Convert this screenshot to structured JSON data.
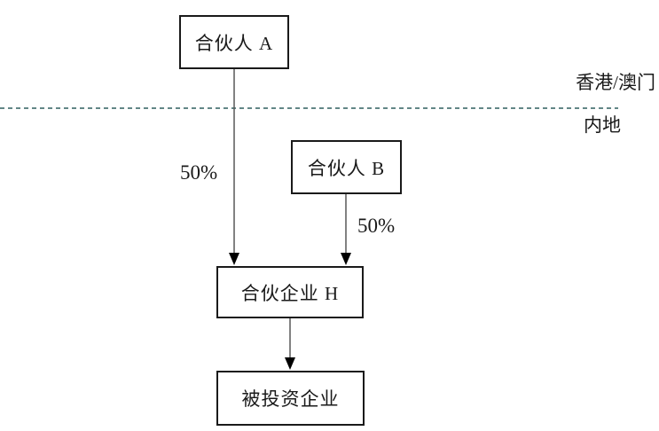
{
  "diagram": {
    "nodes": [
      {
        "id": "partner-a",
        "label": "合伙人 A"
      },
      {
        "id": "partner-b",
        "label": "合伙人 B"
      },
      {
        "id": "partnership-h",
        "label": "合伙企业 H"
      },
      {
        "id": "investee",
        "label": "被投资企业"
      }
    ],
    "edges": [
      {
        "from": "partner-a",
        "to": "partnership-h",
        "label": "50%"
      },
      {
        "from": "partner-b",
        "to": "partnership-h",
        "label": "50%"
      },
      {
        "from": "partnership-h",
        "to": "investee",
        "label": ""
      }
    ],
    "regions": {
      "above_divider": "香港/澳门",
      "below_divider": "内地"
    },
    "colors": {
      "background": "#ffffff",
      "box_border": "#1a1a1a",
      "connector": "#595959",
      "arrowhead": "#000000",
      "divider": "#2e5f5f",
      "text": "#1a1a1a"
    }
  }
}
